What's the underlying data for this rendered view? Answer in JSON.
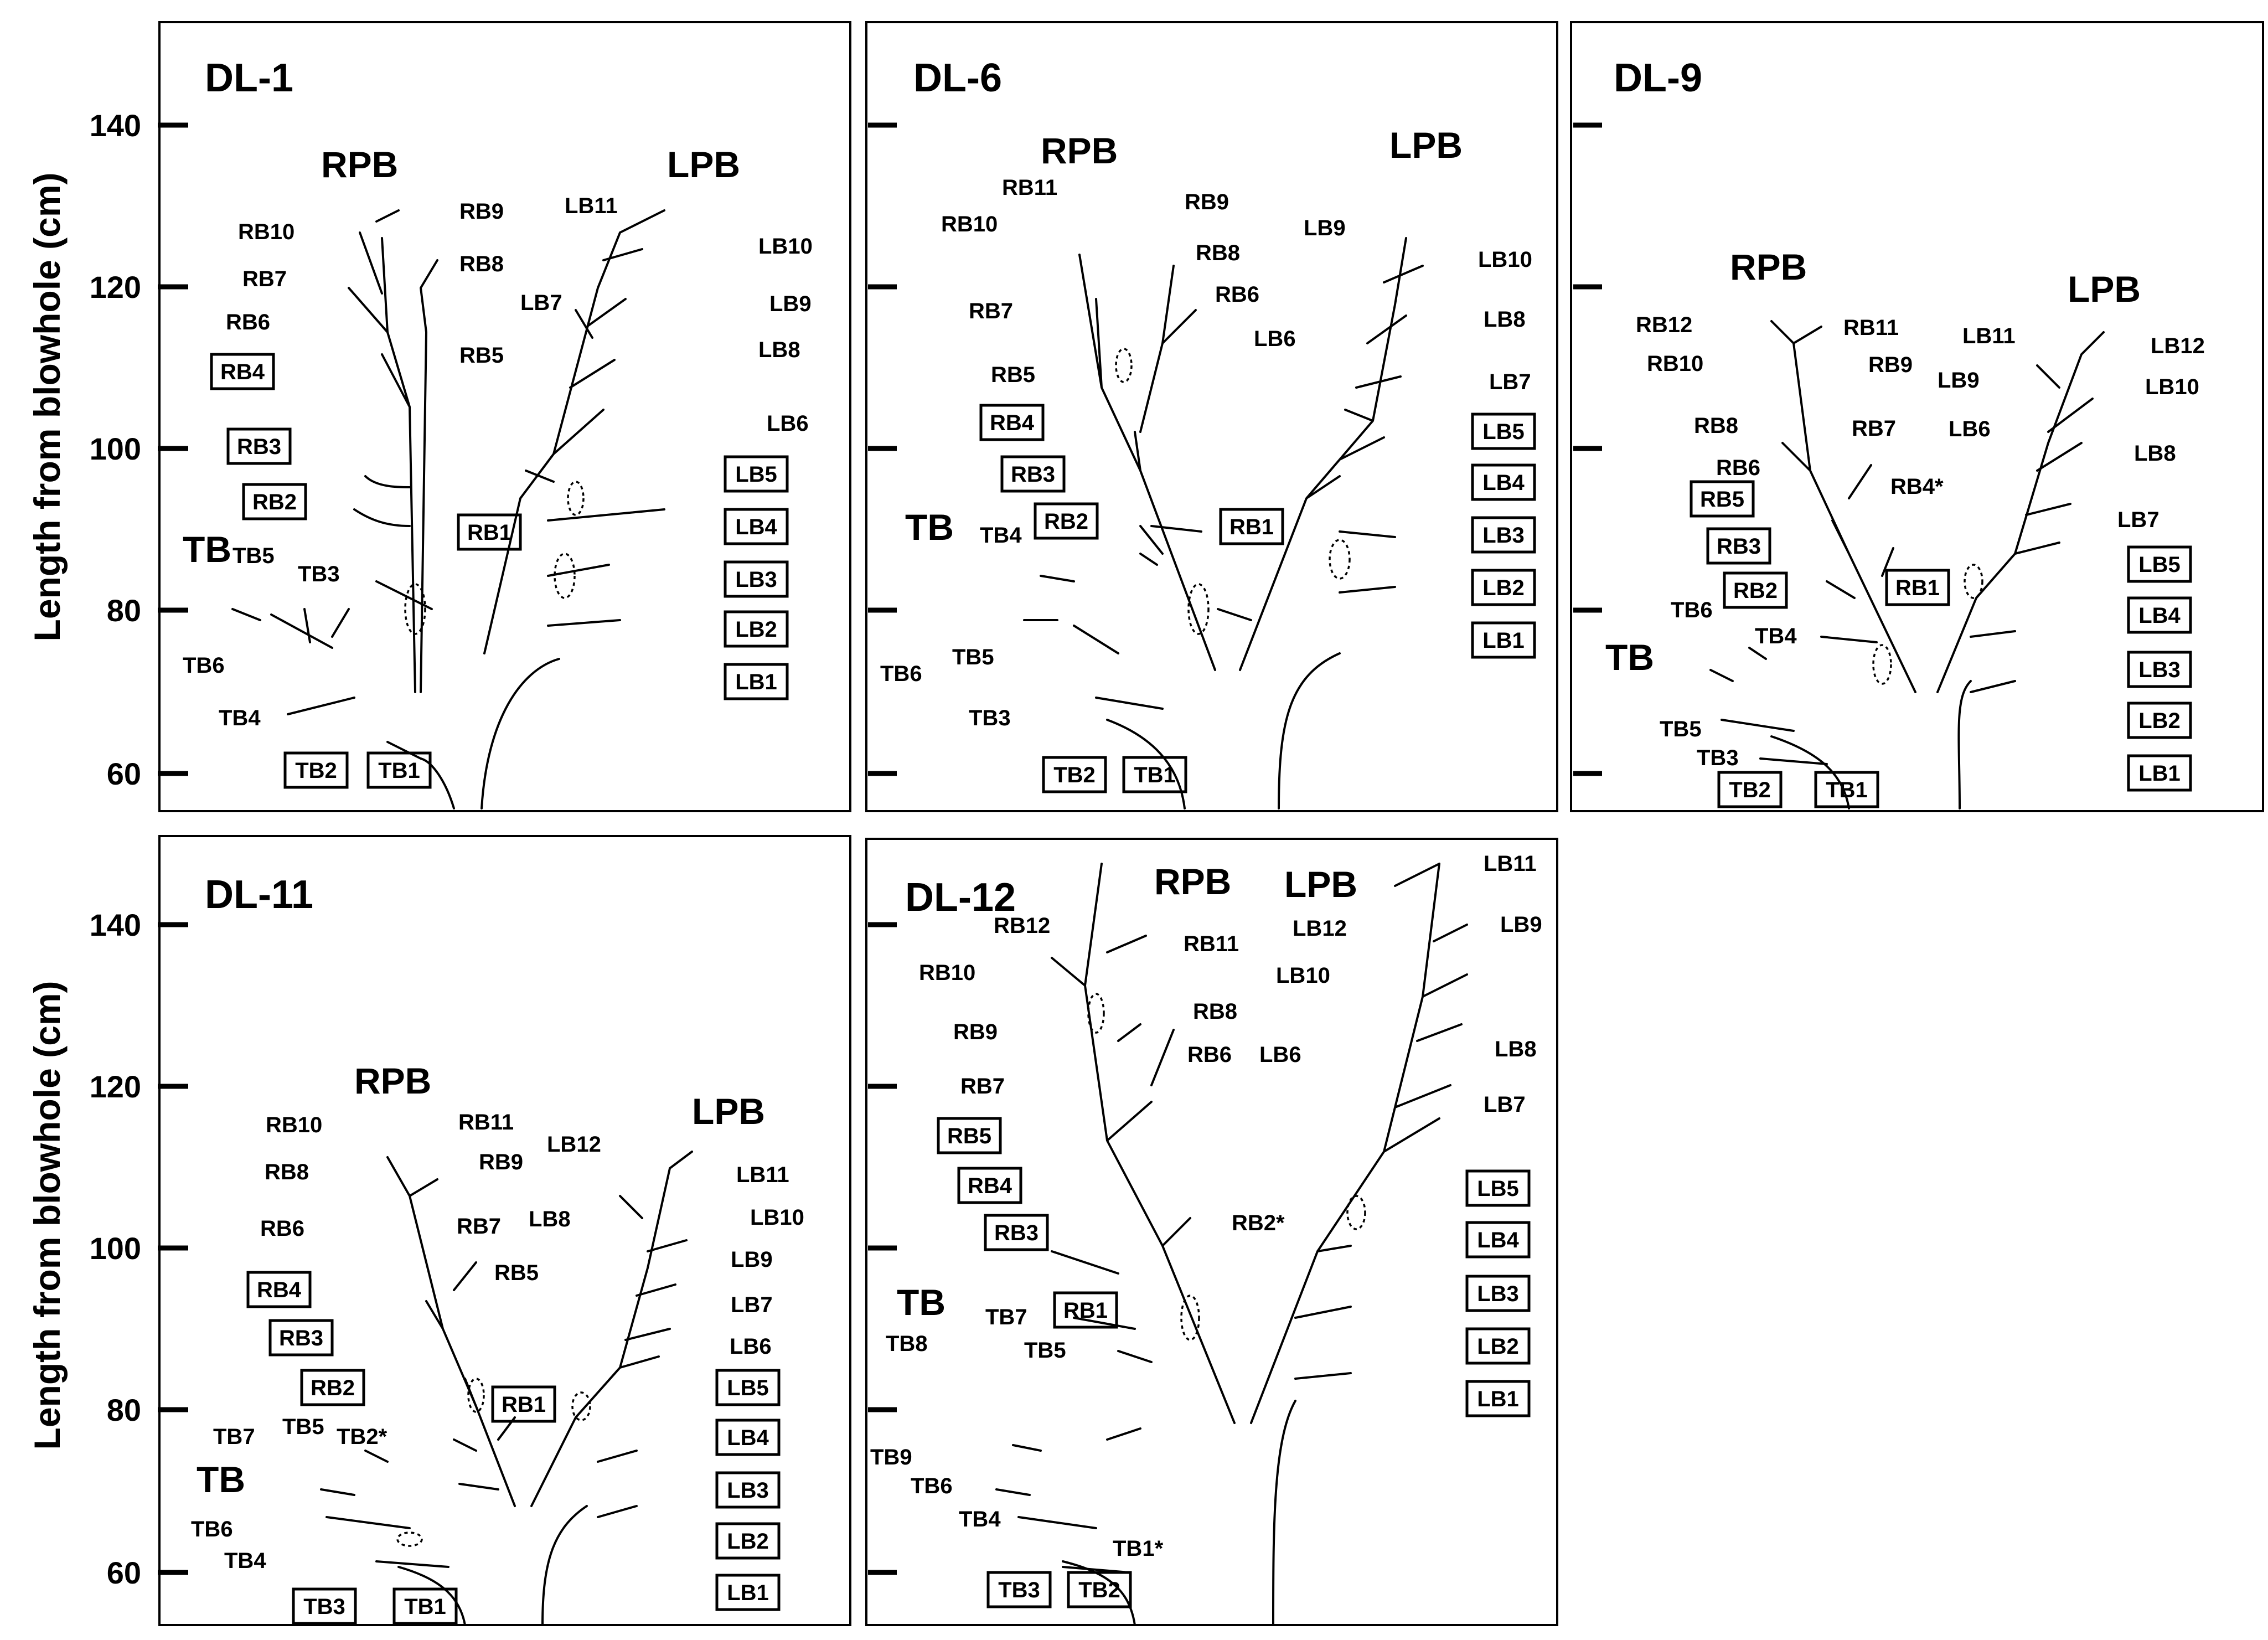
{
  "y_axis": {
    "label": "Length from blowhole (cm)",
    "ticks": [
      "140",
      "120",
      "100",
      "80",
      "60"
    ]
  },
  "panels": [
    {
      "id": "DL-1",
      "title": "DL-1",
      "tree_labels": [
        "RPB",
        "LPB",
        "TB"
      ],
      "boxed_labels": [
        "RB4",
        "RB3",
        "RB2",
        "RB1",
        "TB2",
        "TB1",
        "LB5",
        "LB4",
        "LB3",
        "LB2",
        "LB1"
      ],
      "plain_labels": [
        "RB10",
        "RB9",
        "RB7",
        "RB8",
        "RB6",
        "RB5",
        "TB5",
        "TB3",
        "TB6",
        "TB4",
        "LB11",
        "LB10",
        "LB7",
        "LB9",
        "LB8",
        "LB6"
      ]
    },
    {
      "id": "DL-6",
      "title": "DL-6",
      "tree_labels": [
        "RPB",
        "LPB",
        "TB"
      ],
      "boxed_labels": [
        "RB4",
        "RB3",
        "RB2",
        "RB1",
        "TB2",
        "TB1",
        "LB5",
        "LB4",
        "LB3",
        "LB2",
        "LB1"
      ],
      "plain_labels": [
        "RB11",
        "RB10",
        "RB9",
        "RB8",
        "RB7",
        "RB6",
        "RB5",
        "TB4",
        "TB5",
        "TB6",
        "TB3",
        "LB9",
        "LB10",
        "LB8",
        "LB6",
        "LB7"
      ]
    },
    {
      "id": "DL-9",
      "title": "DL-9",
      "tree_labels": [
        "RPB",
        "LPB",
        "TB"
      ],
      "boxed_labels": [
        "RB5",
        "RB3",
        "RB2",
        "RB1",
        "TB2",
        "TB1",
        "LB5",
        "LB4",
        "LB3",
        "LB2",
        "LB1"
      ],
      "plain_labels": [
        "RB12",
        "RB11",
        "RB10",
        "RB9",
        "RB8",
        "RB7",
        "RB6",
        "RB4*",
        "TB6",
        "TB4",
        "TB5",
        "TB3",
        "LB11",
        "LB12",
        "LB9",
        "LB10",
        "LB6",
        "LB8",
        "LB7"
      ]
    },
    {
      "id": "DL-11",
      "title": "DL-11",
      "tree_labels": [
        "RPB",
        "LPB",
        "TB"
      ],
      "boxed_labels": [
        "RB4",
        "RB3",
        "RB2",
        "RB1",
        "TB3",
        "TB1",
        "LB5",
        "LB4",
        "LB3",
        "LB2",
        "LB1"
      ],
      "plain_labels": [
        "RB10",
        "RB11",
        "RB8",
        "RB9",
        "RB6",
        "RB7",
        "RB5",
        "TB7",
        "TB5",
        "TB2*",
        "TB6",
        "TB4",
        "LB12",
        "LB11",
        "LB8",
        "LB10",
        "LB9",
        "LB7",
        "LB6"
      ]
    },
    {
      "id": "DL-12",
      "title": "DL-12",
      "tree_labels": [
        "RPB",
        "LPB",
        "TB"
      ],
      "boxed_labels": [
        "RB5",
        "RB4",
        "RB3",
        "RB1",
        "TB3",
        "TB2",
        "LB5",
        "LB4",
        "LB3",
        "LB2",
        "LB1"
      ],
      "plain_labels": [
        "RB12",
        "RB11",
        "RB10",
        "RB9",
        "RB8",
        "RB7",
        "RB6",
        "RB2*",
        "TB8",
        "TB7",
        "TB5",
        "TB9",
        "TB6",
        "TB4",
        "TB1*",
        "LB11",
        "LB12",
        "LB9",
        "LB10",
        "LB6",
        "LB8",
        "LB7"
      ]
    }
  ]
}
